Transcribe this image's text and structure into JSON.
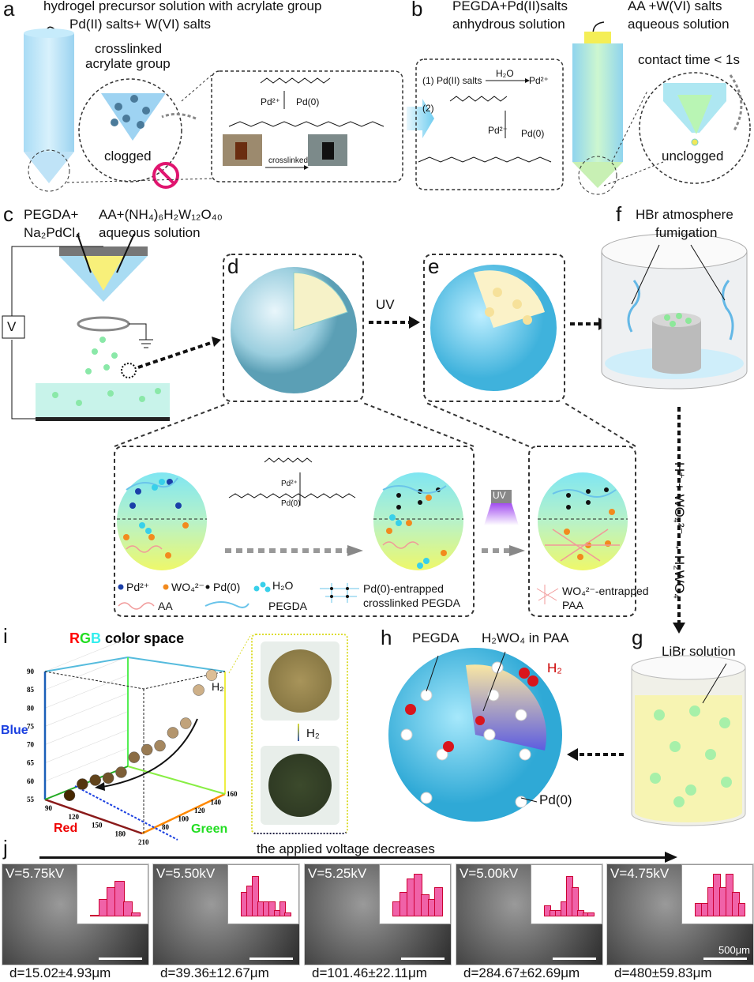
{
  "panel_a": {
    "label": "a",
    "line1": "hydrogel precursor solution with acrylate group",
    "line2": "Pd(II) salts+ W(VI) salts",
    "crosslinked": "crosslinked",
    "acrylate": "acrylate group",
    "clogged": "clogged",
    "pd2": "Pd²⁺",
    "pd0": "Pd(0)",
    "crosslinked_arrow": "crosslinked"
  },
  "panel_b": {
    "label": "b",
    "left1": "PEGDA+Pd(II)salts",
    "left2": "anhydrous solution",
    "right1": "AA +W(VI) salts",
    "right2": "aqueous solution",
    "contact": "contact time < 1s",
    "step1": "(1) Pd(II) salts",
    "h2o": "H₂O",
    "pd2": "Pd²⁺",
    "step2": "(2)",
    "pd2b": "Pd²⁺",
    "pd0": "Pd(0)",
    "unclogged": "unclogged"
  },
  "panel_c": {
    "label": "c",
    "left1": "PEGDA+",
    "left2": "Na₂PdCl₄",
    "right1": "AA+(NH₄)₆H₂W₁₂O₄₀",
    "right2": "aqueous solution",
    "v": "V"
  },
  "panel_d": {
    "label": "d",
    "uv": "UV"
  },
  "panel_e": {
    "label": "e"
  },
  "panel_f": {
    "label": "f",
    "line1": "HBr atmosphere",
    "line2": "fumigation"
  },
  "vertical_arrow": {
    "text": "H⁺ + WO₄²⁻ → H₂WO₄"
  },
  "scheme": {
    "pd2": "Pd²⁺",
    "pd2b": "Pd²⁺",
    "pd0b": "Pd(0)",
    "uv": "UV",
    "legend": {
      "pd2": "Pd²⁺",
      "wo4": "WO₄²⁻",
      "pd0": "Pd(0)",
      "h2o": "H₂O",
      "aa": "AA",
      "pegda": "PEGDA",
      "entrapped1": "Pd(0)-entrapped",
      "entrapped2": "crosslinked PEGDA",
      "wo4_entrapped": "WO₄²⁻-entrapped",
      "paa": "PAA"
    }
  },
  "panel_g": {
    "label": "g",
    "text": "LiBr solution"
  },
  "panel_h": {
    "label": "h",
    "pegda": "PEGDA",
    "h2wo4": "H₂WO₄ in PAA",
    "h2": "H₂",
    "pd0": "Pd(0)"
  },
  "panel_i": {
    "label": "i",
    "title_r": "R",
    "title_g": "G",
    "title_b": "B",
    "title_rest": "color space",
    "h2": "H₂",
    "h2_image": "H₂",
    "chart_data": {
      "type": "scatter",
      "title": "RGB color space",
      "axes": {
        "red": {
          "label": "Red",
          "ticks": [
            90,
            120,
            150,
            180,
            210
          ]
        },
        "green": {
          "label": "Green",
          "ticks": [
            80,
            100,
            120,
            140,
            160
          ]
        },
        "blue": {
          "label": "Blue",
          "ticks": [
            55,
            60,
            65,
            70,
            75,
            80,
            85,
            90
          ]
        }
      },
      "blue_values": [
        57,
        60,
        61,
        61.5,
        63,
        67,
        69,
        70,
        73.5,
        76,
        85,
        89
      ]
    }
  },
  "panel_j": {
    "label": "j",
    "arrow_text": "the applied voltage decreases",
    "scale": "500μm",
    "panels": [
      {
        "v": "V=5.75kV",
        "d": "d=15.02±4.93μm",
        "hist": [
          0,
          0.35,
          0.6,
          0.75,
          0.3,
          0.05
        ]
      },
      {
        "v": "V=5.50kV",
        "d": "d=39.36±12.67μm",
        "hist": [
          0.5,
          0.65,
          0.85,
          0.3,
          0.3,
          0.3,
          0.1,
          0.3,
          0.05
        ]
      },
      {
        "v": "V=5.25kV",
        "d": "d=101.46±22.11μm",
        "hist": [
          0.3,
          0.5,
          0.8,
          0.9,
          0.45,
          0.35,
          0.6
        ]
      },
      {
        "v": "V=5.00kV",
        "d": "d=284.67±62.69μm",
        "hist": [
          0.2,
          0.1,
          0.1,
          0.3,
          0.85,
          0.6,
          0.1,
          0.05,
          0.05
        ]
      },
      {
        "v": "V=4.75kV",
        "d": "d=480±59.83μm",
        "hist": [
          0.25,
          0.25,
          0.6,
          0.9,
          0.6,
          0.9,
          0.5,
          0.25
        ]
      }
    ]
  }
}
